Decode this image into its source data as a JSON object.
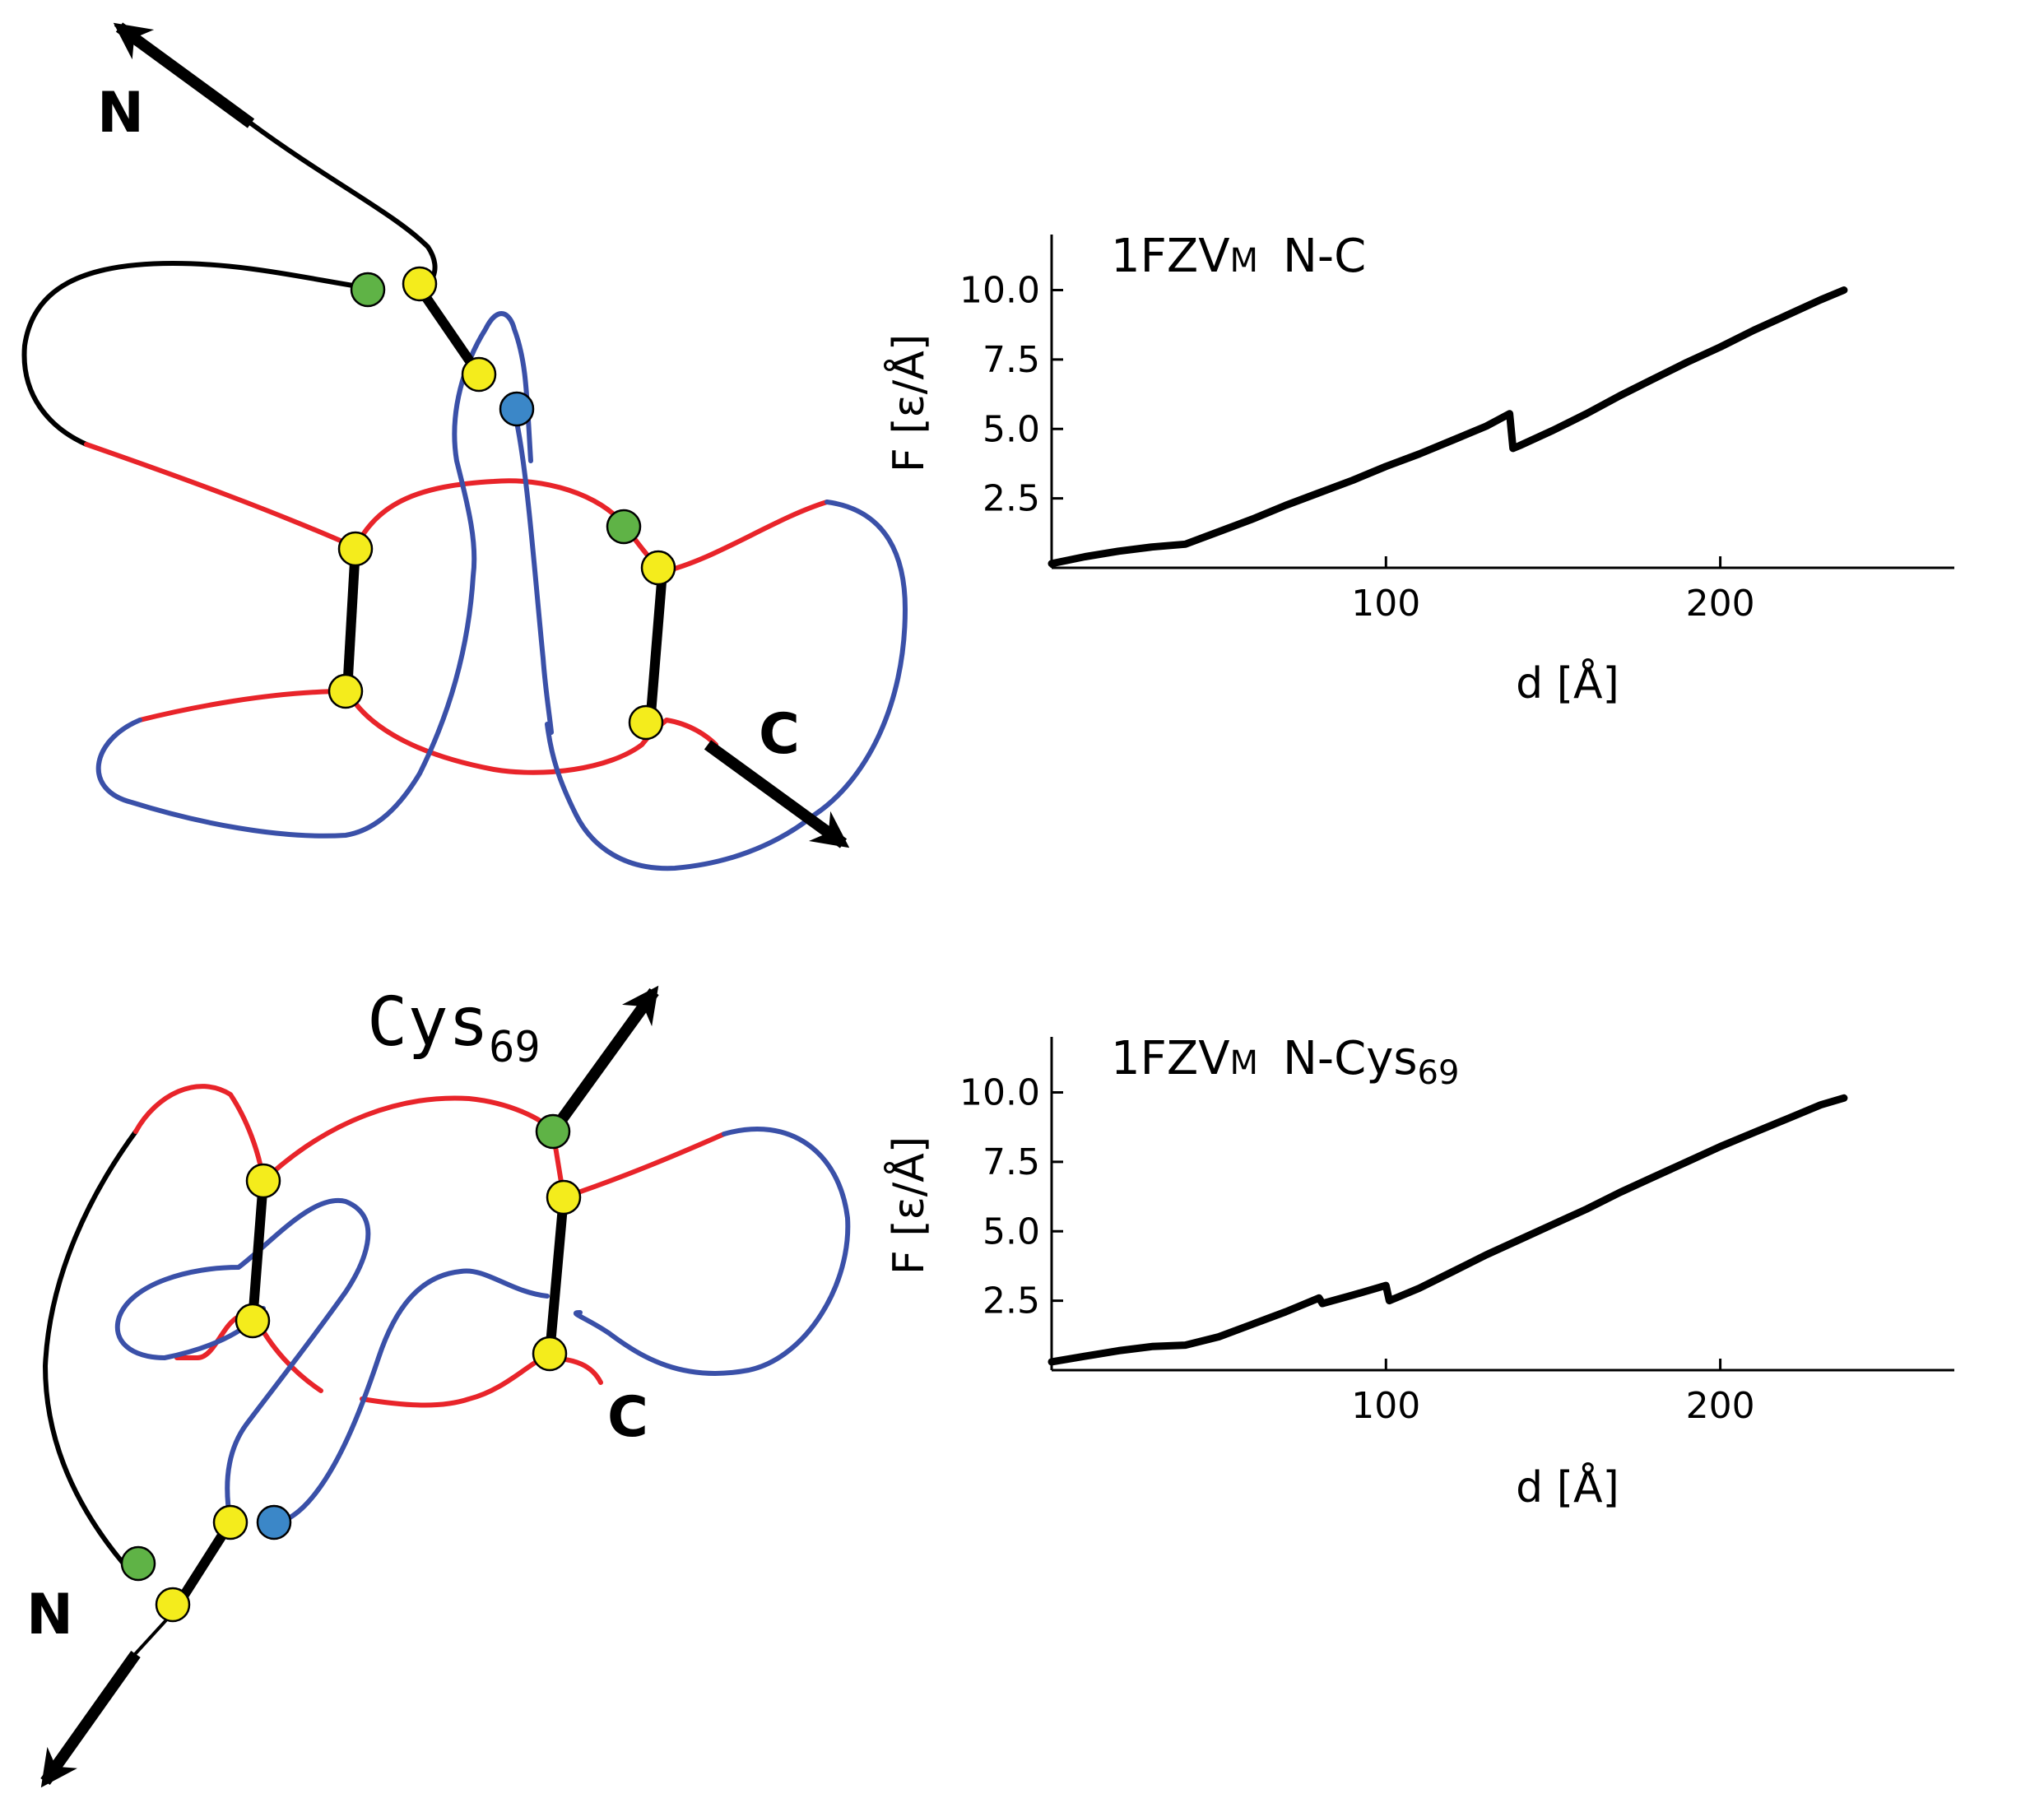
{
  "panels": [
    {
      "diagram_labels": {
        "n_term": "N",
        "c_term": "C"
      },
      "chart_title": {
        "main": "1FZV",
        "sub": "M",
        "rest": "N-C",
        "rest_sub": ""
      }
    },
    {
      "diagram_labels": {
        "n_term": "N",
        "c_term": "C",
        "pull_site": "Cys",
        "pull_site_sub": "69"
      },
      "chart_title": {
        "main": "1FZV",
        "sub": "M",
        "rest": "N-Cys",
        "rest_sub": "69"
      }
    }
  ],
  "axes": {
    "xlabel": "d [Å]",
    "ylabel": "F [ε/Å]"
  },
  "colors": {
    "chain_black": "#000000",
    "chain_red": "#e8242a",
    "chain_blue": "#3a50a8",
    "residue_yellow": "#f4ec1c",
    "residue_green": "#5fb346",
    "residue_blue": "#3b87c8"
  },
  "chart_data": [
    {
      "type": "line",
      "title": "1FZVM N-C",
      "xlabel": "d [Å]",
      "ylabel": "F [ε/Å]",
      "xlim": [
        0,
        270
      ],
      "ylim": [
        0,
        12
      ],
      "xticks": [
        100,
        200
      ],
      "yticks": [
        2.5,
        5.0,
        7.5,
        10.0
      ],
      "grid": false,
      "series": [
        {
          "x": [
            0,
            10,
            20,
            30,
            40,
            50,
            60,
            70,
            80,
            90,
            100,
            110,
            120,
            130,
            137,
            138,
            140,
            150,
            160,
            170,
            180,
            190,
            200,
            210,
            220,
            230,
            237
          ],
          "values": [
            0.15,
            0.4,
            0.6,
            0.75,
            0.85,
            1.3,
            1.75,
            2.25,
            2.7,
            3.15,
            3.65,
            4.1,
            4.6,
            5.1,
            5.55,
            4.3,
            4.4,
            4.95,
            5.55,
            6.2,
            6.8,
            7.4,
            7.95,
            8.55,
            9.1,
            9.65,
            10.0
          ]
        }
      ]
    },
    {
      "type": "line",
      "title": "1FZVM N-Cys69",
      "xlabel": "d [Å]",
      "ylabel": "F [ε/Å]",
      "xlim": [
        0,
        270
      ],
      "ylim": [
        0,
        12
      ],
      "xticks": [
        100,
        200
      ],
      "yticks": [
        2.5,
        5.0,
        7.5,
        10.0
      ],
      "grid": false,
      "series": [
        {
          "x": [
            0,
            10,
            20,
            30,
            40,
            50,
            60,
            70,
            80,
            81,
            90,
            100,
            101,
            110,
            120,
            130,
            140,
            150,
            160,
            170,
            180,
            190,
            200,
            210,
            220,
            230,
            237
          ],
          "values": [
            0.3,
            0.5,
            0.7,
            0.85,
            0.9,
            1.2,
            1.65,
            2.1,
            2.6,
            2.4,
            2.7,
            3.05,
            2.5,
            2.95,
            3.55,
            4.15,
            4.7,
            5.25,
            5.8,
            6.4,
            6.95,
            7.5,
            8.05,
            8.55,
            9.05,
            9.55,
            9.8
          ]
        }
      ]
    }
  ]
}
